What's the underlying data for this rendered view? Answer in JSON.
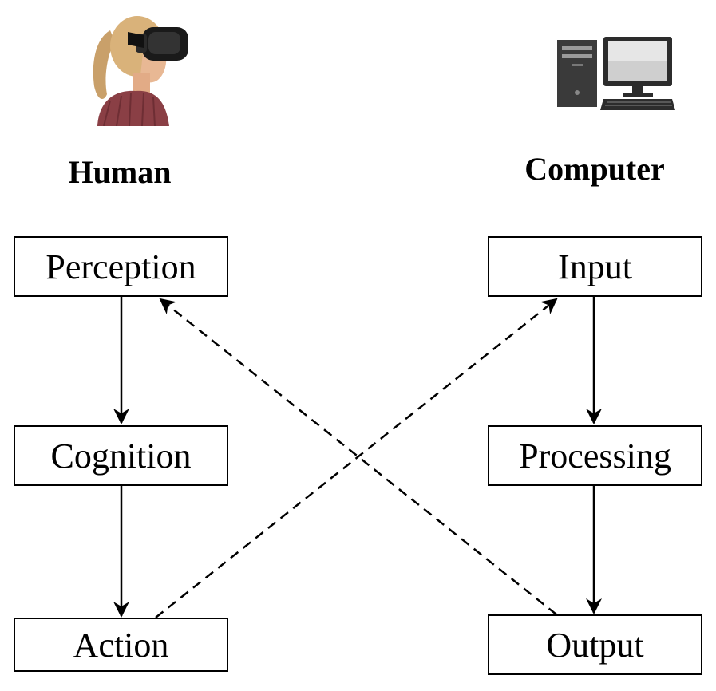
{
  "human": {
    "title": "Human",
    "steps": [
      "Perception",
      "Cognition",
      "Action"
    ]
  },
  "computer": {
    "title": "Computer",
    "steps": [
      "Input",
      "Processing",
      "Output"
    ]
  },
  "icons": {
    "human": "person-with-vr-headset-icon",
    "computer": "desktop-computer-icon"
  },
  "links": [
    {
      "from": "Action",
      "to": "Input",
      "style": "dashed"
    },
    {
      "from": "Output",
      "to": "Perception",
      "style": "dashed"
    },
    {
      "from": "Perception",
      "to": "Cognition",
      "style": "solid"
    },
    {
      "from": "Cognition",
      "to": "Action",
      "style": "solid"
    },
    {
      "from": "Input",
      "to": "Processing",
      "style": "solid"
    },
    {
      "from": "Processing",
      "to": "Output",
      "style": "solid"
    }
  ]
}
